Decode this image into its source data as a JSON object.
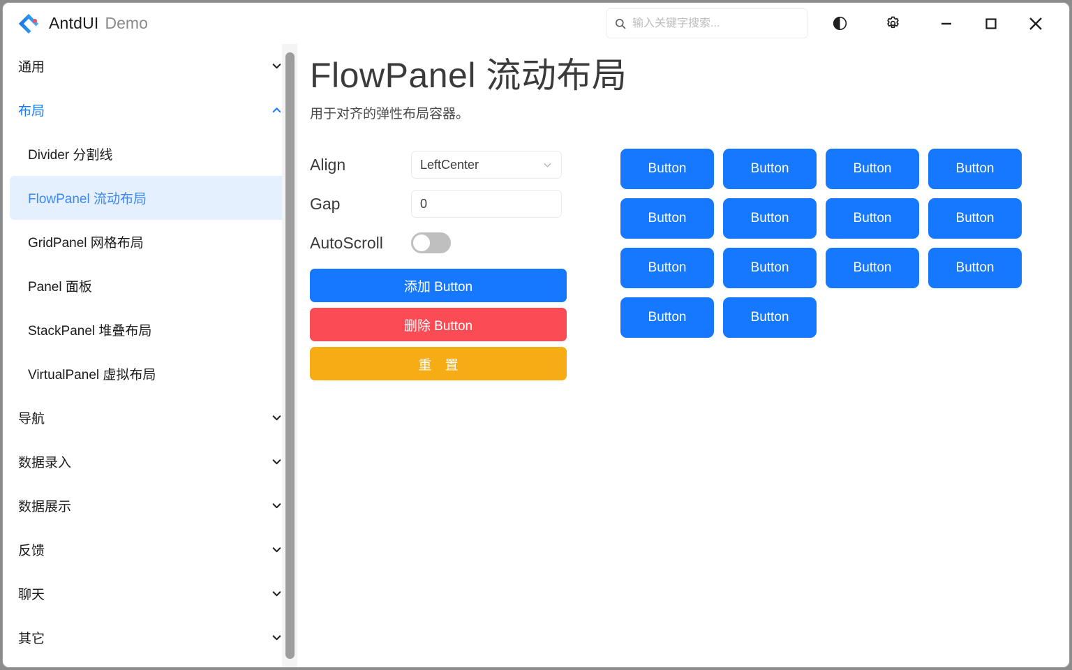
{
  "window": {
    "app_name": "AntdUI",
    "app_suffix": "Demo",
    "logo_icon": "antdui-logo-icon"
  },
  "header": {
    "search": {
      "placeholder": "输入关键字搜索...",
      "value": "",
      "icon": "search-icon"
    },
    "theme_icon": "theme-contrast-icon",
    "settings_icon": "gear-icon",
    "minimize_icon": "minimize-icon",
    "maximize_icon": "maximize-icon",
    "close_icon": "close-icon"
  },
  "sidebar": {
    "groups": [
      {
        "label": "通用",
        "expanded": false,
        "active": false,
        "chevron": "chevron-down-icon",
        "items": []
      },
      {
        "label": "布局",
        "expanded": true,
        "active": true,
        "chevron": "chevron-up-icon",
        "items": [
          {
            "label": "Divider 分割线",
            "selected": false
          },
          {
            "label": "FlowPanel 流动布局",
            "selected": true
          },
          {
            "label": "GridPanel 网格布局",
            "selected": false
          },
          {
            "label": "Panel 面板",
            "selected": false
          },
          {
            "label": "StackPanel 堆叠布局",
            "selected": false
          },
          {
            "label": "VirtualPanel 虚拟布局",
            "selected": false
          }
        ]
      },
      {
        "label": "导航",
        "expanded": false,
        "active": false,
        "chevron": "chevron-down-icon",
        "items": []
      },
      {
        "label": "数据录入",
        "expanded": false,
        "active": false,
        "chevron": "chevron-down-icon",
        "items": []
      },
      {
        "label": "数据展示",
        "expanded": false,
        "active": false,
        "chevron": "chevron-down-icon",
        "items": []
      },
      {
        "label": "反馈",
        "expanded": false,
        "active": false,
        "chevron": "chevron-down-icon",
        "items": []
      },
      {
        "label": "聊天",
        "expanded": false,
        "active": false,
        "chevron": "chevron-down-icon",
        "items": []
      },
      {
        "label": "其它",
        "expanded": false,
        "active": false,
        "chevron": "chevron-down-icon",
        "items": []
      }
    ]
  },
  "main": {
    "title": "FlowPanel 流动布局",
    "description": "用于对齐的弹性布局容器。",
    "form": {
      "align": {
        "label": "Align",
        "value": "LeftCenter",
        "chevron": "chevron-down-icon"
      },
      "gap": {
        "label": "Gap",
        "value": "0"
      },
      "autoscroll": {
        "label": "AutoScroll",
        "on": false
      }
    },
    "actions": [
      {
        "label": "添加 Button",
        "style": "primary"
      },
      {
        "label": "删除 Button",
        "style": "danger"
      },
      {
        "label": "重 置",
        "style": "warn"
      }
    ],
    "demo_buttons": [
      "Button",
      "Button",
      "Button",
      "Button",
      "Button",
      "Button",
      "Button",
      "Button",
      "Button",
      "Button",
      "Button",
      "Button",
      "Button",
      "Button"
    ]
  },
  "colors": {
    "primary": "#1677ff",
    "danger": "#fb4b55",
    "warning": "#f5ac15",
    "selected_bg": "#e4f0fd",
    "selected_text": "#3d87f5"
  }
}
